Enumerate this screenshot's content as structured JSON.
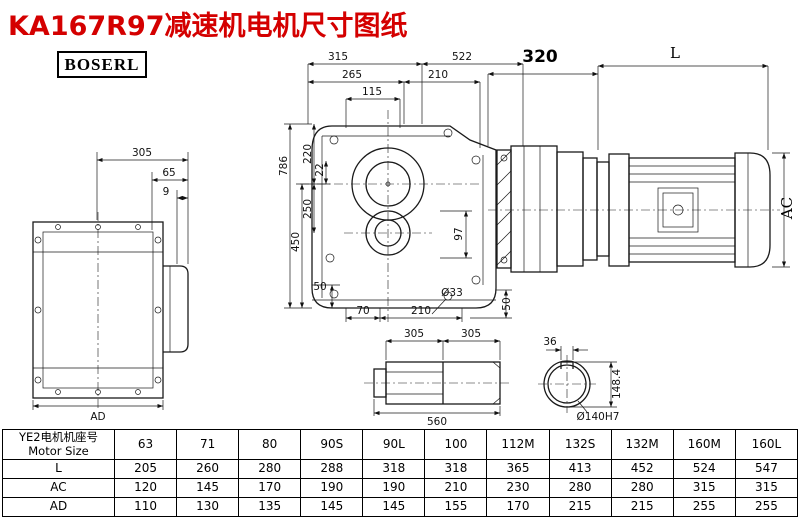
{
  "page": {
    "title": "KA167R97减速机电机尺寸图纸",
    "logo": "BOSERL"
  },
  "labels": {
    "d305_side": "305",
    "d65": "65",
    "d9": "9",
    "dAD": "AD",
    "d315": "315",
    "d522": "522",
    "d265": "265",
    "d210_top": "210",
    "d115": "115",
    "d786": "786",
    "d450": "450",
    "d220": "220",
    "d250": "250",
    "d22": "22",
    "d97": "97",
    "d50_left": "50",
    "d70": "70",
    "d210_bottom": "210",
    "d33": "Ø33",
    "d50_right": "50",
    "d320": "320",
    "dL": "L",
    "dAC": "AC",
    "d305_shaft_a": "305",
    "d305_shaft_b": "305",
    "d560": "560",
    "d36": "36",
    "d148": "148.4",
    "d140": "Ø140H7"
  },
  "table": {
    "header_cn": "YE2电机机座号",
    "header_en": "Motor Size",
    "sizes": [
      "63",
      "71",
      "80",
      "90S",
      "90L",
      "100",
      "112M",
      "132S",
      "132M",
      "160M",
      "160L"
    ],
    "rows": [
      {
        "label": "L",
        "values": [
          "205",
          "260",
          "280",
          "288",
          "318",
          "318",
          "365",
          "413",
          "452",
          "524",
          "547"
        ]
      },
      {
        "label": "AC",
        "values": [
          "120",
          "145",
          "170",
          "190",
          "190",
          "210",
          "230",
          "280",
          "280",
          "315",
          "315"
        ]
      },
      {
        "label": "AD",
        "values": [
          "110",
          "130",
          "135",
          "145",
          "145",
          "155",
          "170",
          "215",
          "215",
          "255",
          "255"
        ]
      }
    ]
  }
}
